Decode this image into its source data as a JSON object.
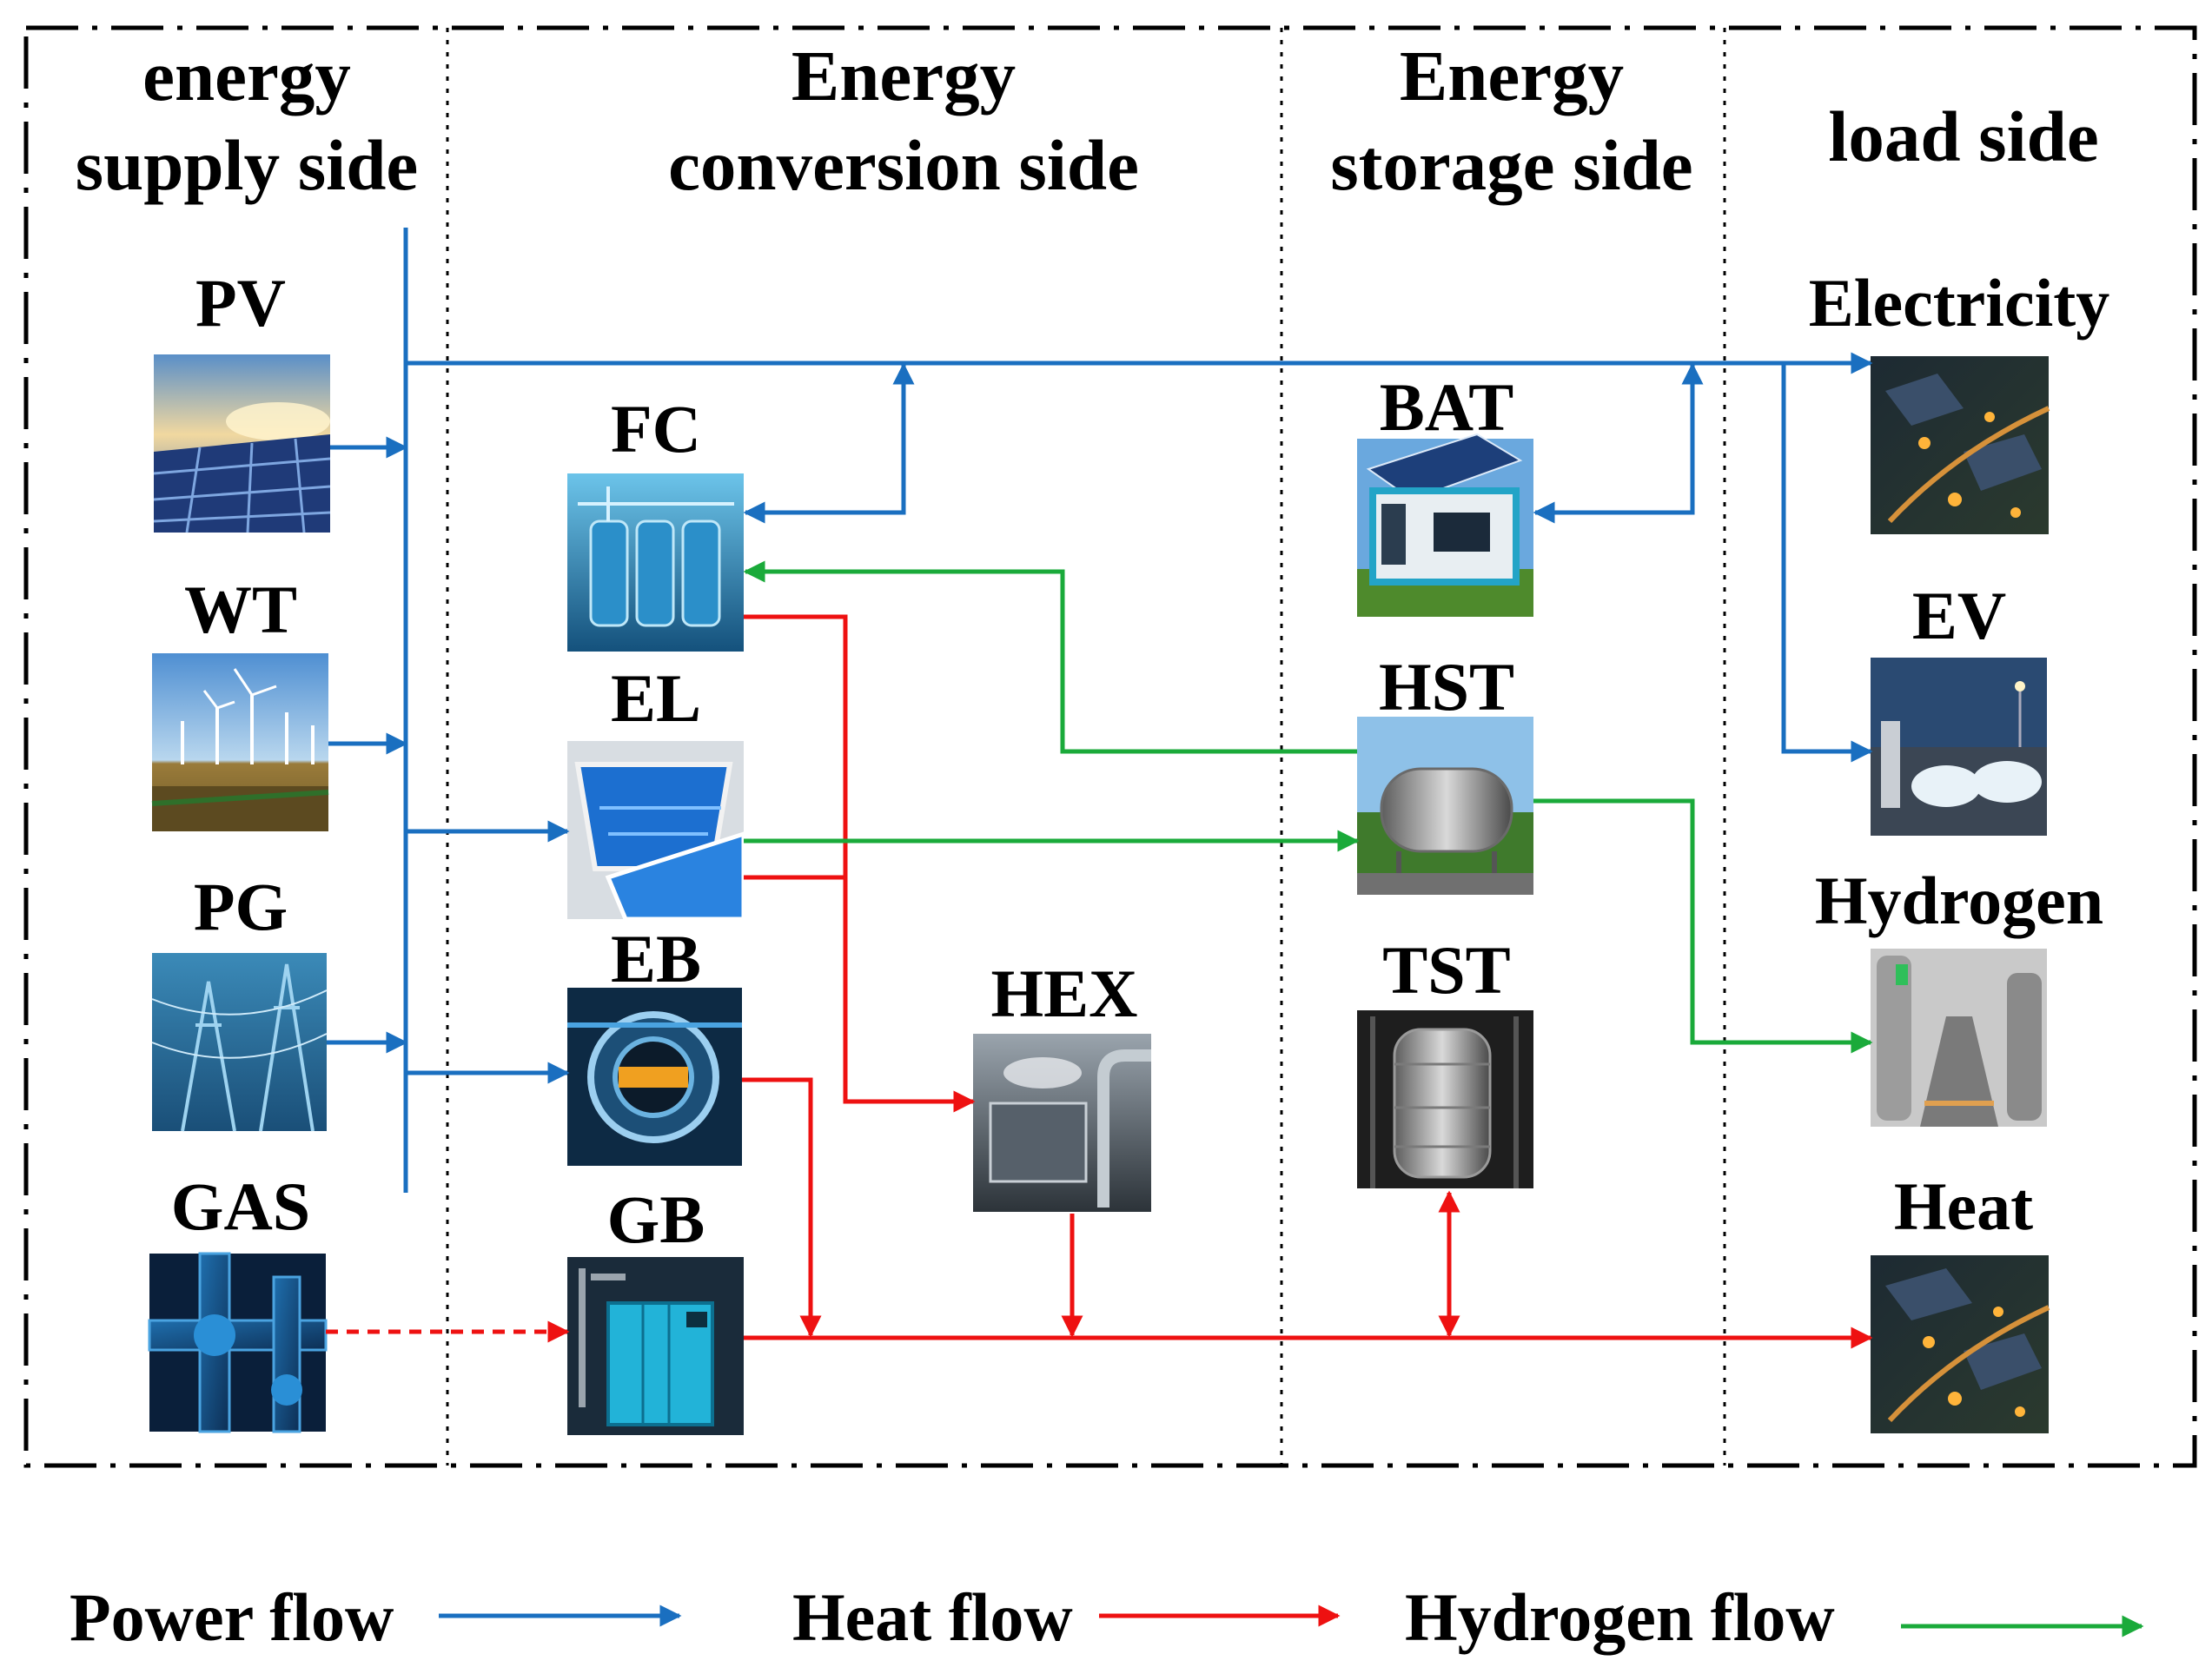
{
  "sections": {
    "supply": [
      "energy",
      "supply side"
    ],
    "conversion": [
      "Energy",
      "conversion side"
    ],
    "storage": [
      "Energy",
      "storage side"
    ],
    "load": [
      "load side"
    ]
  },
  "nodes": {
    "pv": "PV",
    "wt": "WT",
    "pg": "PG",
    "gas": "GAS",
    "fc": "FC",
    "el": "EL",
    "eb": "EB",
    "gb": "GB",
    "hex": "HEX",
    "bat": "BAT",
    "hst": "HST",
    "tst": "TST",
    "electricity": "Electricity",
    "ev": "EV",
    "hydrogen": "Hydrogen",
    "heat": "Heat"
  },
  "legend": {
    "power": "Power flow",
    "heat": "Heat flow",
    "hydrogen": "Hydrogen flow"
  },
  "colors": {
    "power": "#1a6fc0",
    "heat": "#ee1111",
    "hydrogen": "#1aaa3a"
  }
}
